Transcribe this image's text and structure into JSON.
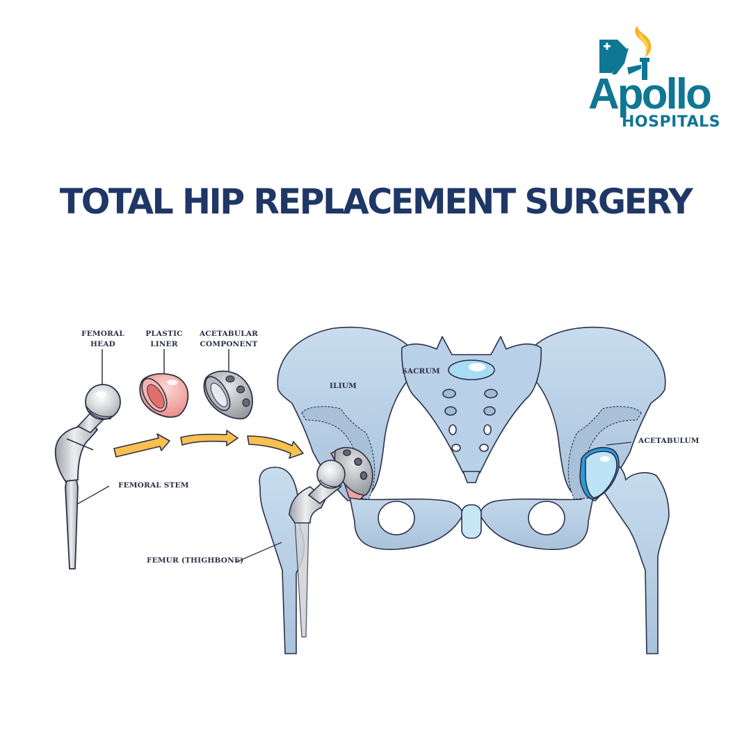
{
  "logo": {
    "brand": "Apollo",
    "subtitle": "HOSPITALS",
    "brand_color": "#0f7694",
    "flame_color": "#f6b21b"
  },
  "header": {
    "title": "TOTAL HIP REPLACEMENT SURGERY",
    "title_color": "#1f3766"
  },
  "diagram": {
    "components": [
      {
        "label_line1": "FEMORAL",
        "label_line2": "HEAD"
      },
      {
        "label_line1": "PLASTIC",
        "label_line2": "LINER"
      },
      {
        "label_line1": "ACETABULAR",
        "label_line2": "COMPONENT"
      }
    ],
    "labels": {
      "femoral_stem": "FEMORAL STEM",
      "femur": "FEMUR (THIGHBONE)",
      "ilium": "ILIUM",
      "sacrum": "SACRUM",
      "acetabulum": "ACETABULUM"
    },
    "colors": {
      "bone": "#bcd3e8",
      "bone_shade": "#9fbbd6",
      "outline": "#2a2f45",
      "metal": "#c9cbcf",
      "liner": "#f0a3a0",
      "arrow": "#f8c04e",
      "cartilage": "#2d9ad8"
    }
  }
}
